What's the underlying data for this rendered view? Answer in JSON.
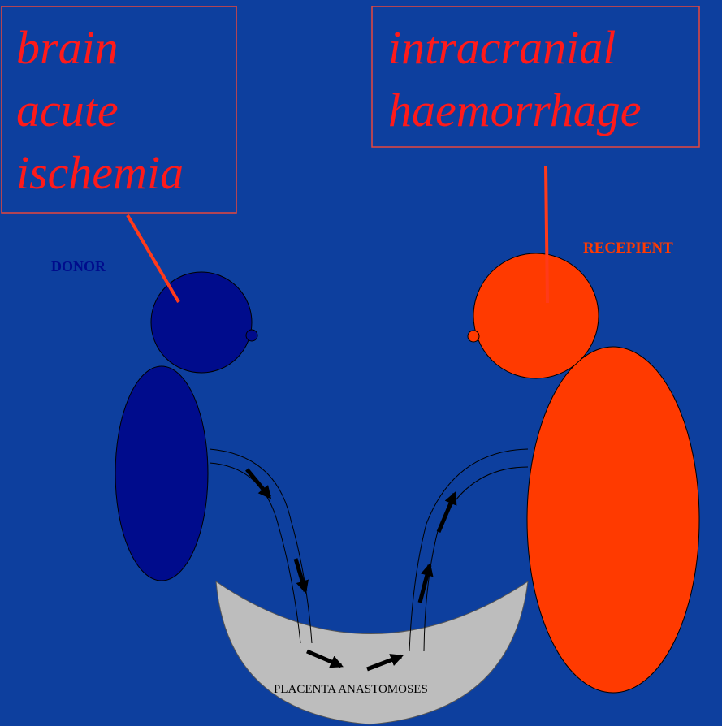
{
  "diagram": {
    "labels": {
      "donor_box": [
        "brain",
        "acute",
        "ischemia"
      ],
      "recipient_box": [
        "intracranial",
        "haemorrhage"
      ],
      "donor": "DONOR",
      "recipient": "RECEPIENT",
      "placenta": "PLACENTA ANASTOMOSES"
    },
    "colors": {
      "background": "#0D3F9E",
      "donor": "#000C8C",
      "recipient": "#FF3A00",
      "callout_text": "#FF1A1A",
      "callout_border": "#E8463C",
      "placenta": "#BDBDBD",
      "arrows": "#000000"
    }
  }
}
